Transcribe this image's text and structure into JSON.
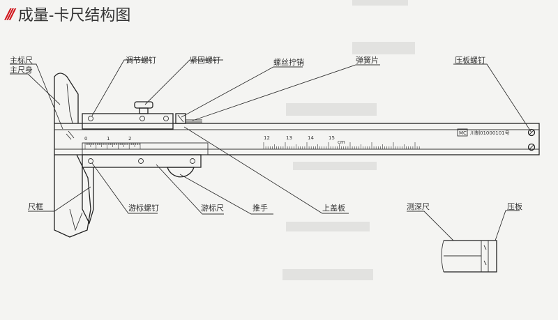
{
  "title": {
    "marks": "///",
    "text": "成量-卡尺结构图"
  },
  "colors": {
    "accent": "#d0141a",
    "line": "#333333",
    "background": "#f4f4f2"
  },
  "labels": {
    "main_scale": "主标尺",
    "main_body": "主尺身",
    "adjust_screw": "调节螺钉",
    "lock_screw": "紧固螺钉",
    "screw_pin": "螺丝拧销",
    "spring_plate": "弹簧片",
    "plate_screw": "压板螺钉",
    "jaw": "尺框",
    "vernier_screw": "游标螺钉",
    "vernier": "游标尺",
    "thumb": "推手",
    "top_cover": "上盖板",
    "depth_rod": "测深尺",
    "press_plate": "压板"
  },
  "ruler": {
    "brand": "MC",
    "serial": "川制01000101号",
    "unit": "cm",
    "main_numbers": [
      "12",
      "13",
      "14",
      "15"
    ],
    "vernier_numbers": [
      "0",
      "1",
      "2"
    ]
  }
}
